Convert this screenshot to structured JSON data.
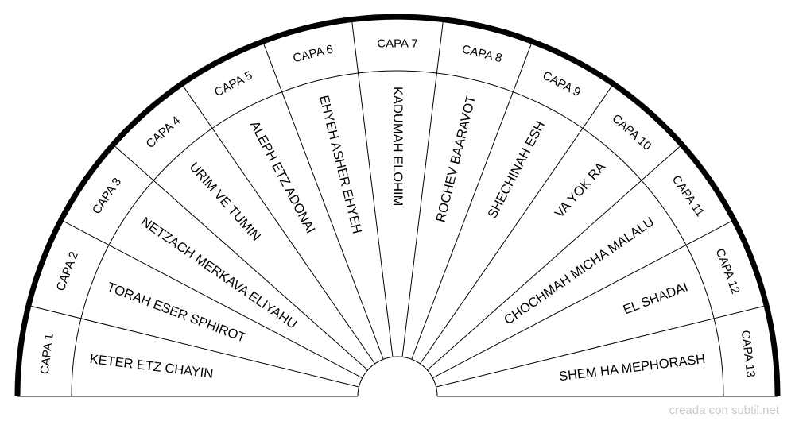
{
  "segments": [
    {
      "layer": "CAPA 1",
      "name": "KETER ETZ CHAYIN"
    },
    {
      "layer": "CAPA 2",
      "name": "TORAH ESER SPHIROT"
    },
    {
      "layer": "CAPA 3",
      "name": "NETZACH MERKAVA ELIYAHU"
    },
    {
      "layer": "CAPA 4",
      "name": "URIM VE TUMIN"
    },
    {
      "layer": "CAPA 5",
      "name": "ALEPH ETZ ADONAI"
    },
    {
      "layer": "CAPA 6",
      "name": "EHYEH ASHER EHYEH"
    },
    {
      "layer": "CAPA 7",
      "name": "KADUMAH ELOHIM"
    },
    {
      "layer": "CAPA 8",
      "name": "ROCHEV BAARAVOT"
    },
    {
      "layer": "CAPA 9",
      "name": "SHECHINAH ESH"
    },
    {
      "layer": "CAPA 10",
      "name": "VA YOK RA"
    },
    {
      "layer": "CAPA 11",
      "name": "CHOCHMAH MICHA MALALU"
    },
    {
      "layer": "CAPA 12",
      "name": "EL SHADAI"
    },
    {
      "layer": "CAPA 13",
      "name": "SHEM HA MEPHORASH"
    }
  ],
  "credit": "creada con subtil.net"
}
